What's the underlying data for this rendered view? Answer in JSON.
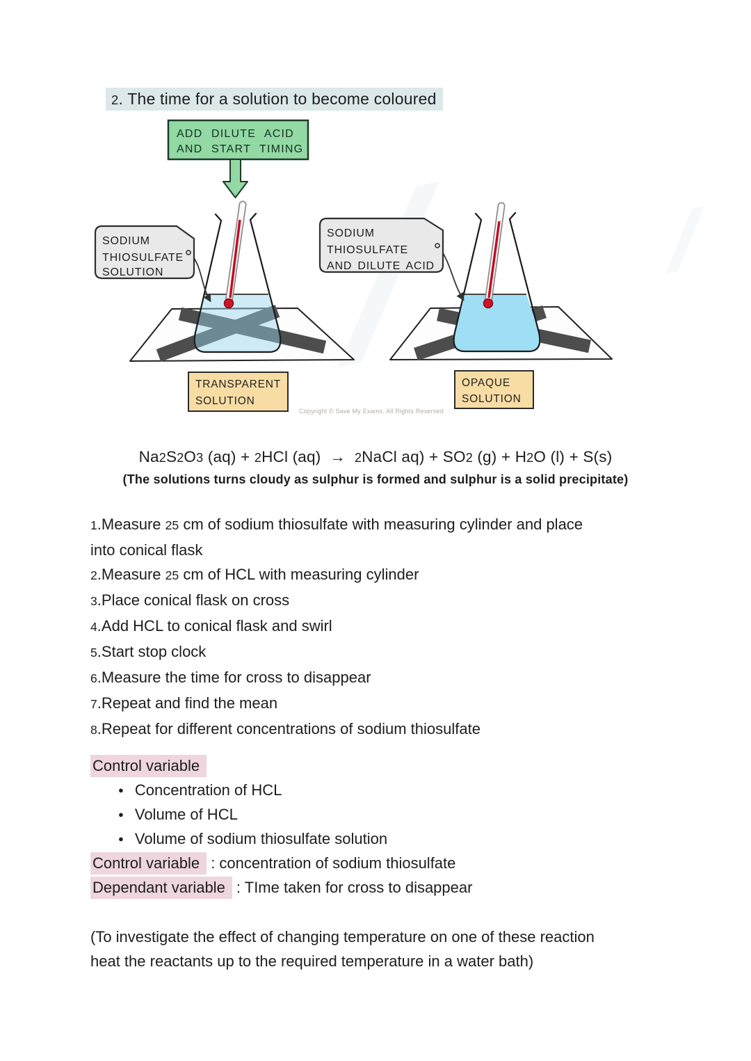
{
  "colors": {
    "title_highlight": "#dce8ea",
    "pink_highlight": "#eed5de",
    "instruction_green": "#93d9a4",
    "tag_grey": "#e9e9e9",
    "result_yellow": "#f7dca4",
    "liquid_transparent": "#92d3ec",
    "liquid_opaque": "#9fdef5",
    "cross_grey": "#4d4d4d",
    "thermometer_red": "#c11022"
  },
  "page": {
    "title": "2. The time for a solution to become coloured"
  },
  "diagram": {
    "instruction_box": {
      "line1": "ADD DILUTE ACID",
      "line2": "AND START TIMING"
    },
    "left_tag": {
      "line1": "SODIUM",
      "line2": "THIOSULFATE",
      "line3": "SOLUTION"
    },
    "right_tag": {
      "line1": "SODIUM",
      "line2": "THIOSULFATE",
      "line3": "AND DILUTE ACID"
    },
    "left_result": {
      "line1": "TRANSPARENT",
      "line2": "SOLUTION"
    },
    "right_result": {
      "line1": "OPAQUE",
      "line2": "SOLUTION"
    },
    "copyright": "Copyright © Save My Exams. All Rights Reserved"
  },
  "equation": {
    "formula": "Na2S2O3 (aq) + 2HCl (aq)  →  2NaCl aq) + SO2 (g) + H2O (l) + S(s)",
    "note": "(The solutions turns cloudy as sulphur is formed and sulphur is a solid precipitate)"
  },
  "steps": [
    "1.Measure 25 cm of sodium thiosulfate with measuring cylinder and place",
    "into conical flask",
    "2.Measure 25 cm of HCL with measuring cylinder",
    "3.Place conical flask on cross",
    "4.Add HCL to conical flask and swirl",
    "5.Start stop clock",
    "6.Measure the time for cross to disappear",
    "7.Repeat and find the mean",
    "8.Repeat for different concentrations of sodium thiosulfate"
  ],
  "variables": {
    "heading": "Control variable",
    "bullets": [
      "Concentration of HCL",
      "Volume of HCL",
      "Volume of sodium thiosulfate solution"
    ],
    "control_label": "Control variable",
    "control_rest": " : concentration of sodium thiosulfate",
    "dependant_label": "Dependant variable",
    "dependant_rest": " : TIme taken for cross to disappear"
  },
  "footnote": {
    "line1": "(To investigate the effect of changing temperature on one of these reaction",
    "line2": "heat the reactants up to the required temperature in a water bath)"
  }
}
